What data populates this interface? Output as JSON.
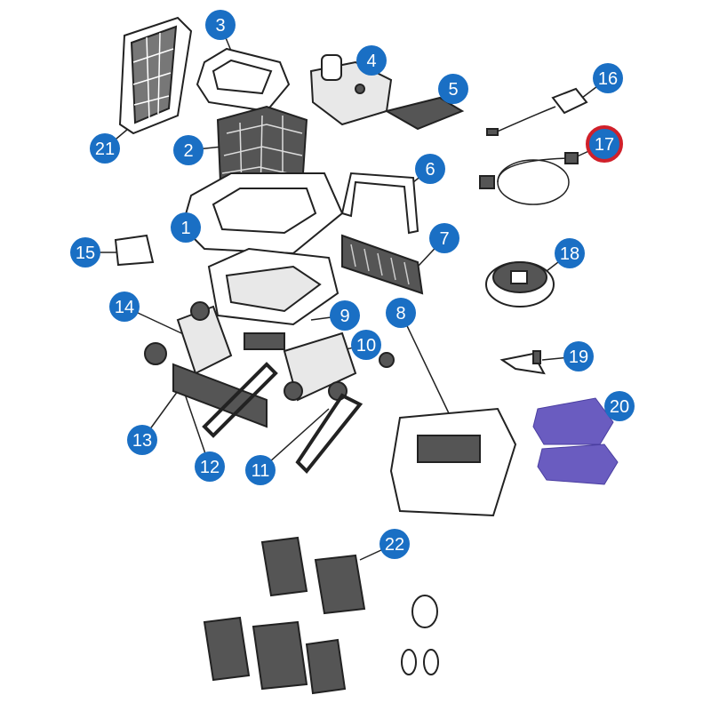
{
  "colors": {
    "callout_fill": "#1a6fc4",
    "callout_text": "#ffffff",
    "highlight_ring": "#d0202a",
    "sponge": "#6a5cc0"
  },
  "callouts": [
    "1",
    "2",
    "3",
    "4",
    "5",
    "6",
    "7",
    "8",
    "9",
    "10",
    "11",
    "12",
    "13",
    "14",
    "15",
    "16",
    "17",
    "18",
    "19",
    "20",
    "21",
    "22"
  ],
  "highlighted": "17"
}
